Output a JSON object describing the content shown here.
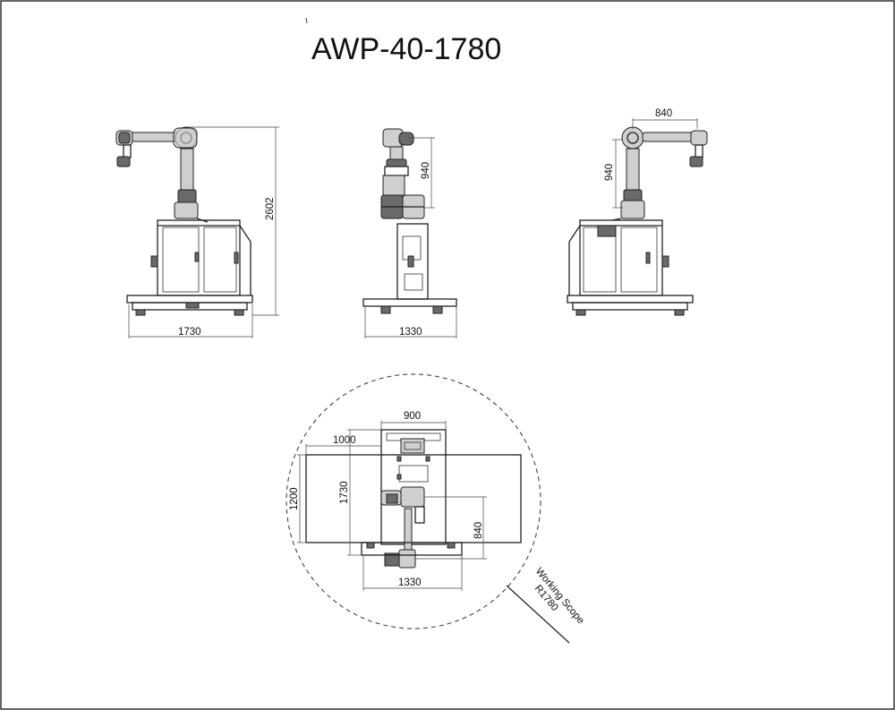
{
  "title": "AWP-40-1780",
  "dimensions": {
    "side_left_width": "1730",
    "side_left_height": "2602",
    "front_height": "940",
    "front_width": "1330",
    "side_right_reach": "840",
    "side_right_height": "940",
    "top_width_900": "900",
    "top_offset_1000": "1000",
    "top_depth_1730": "1730",
    "top_depth_1200": "1200",
    "top_reach_840": "840",
    "top_base_1330": "1330"
  },
  "annotation": {
    "line1": "Working Scope",
    "line2": "R1780"
  }
}
